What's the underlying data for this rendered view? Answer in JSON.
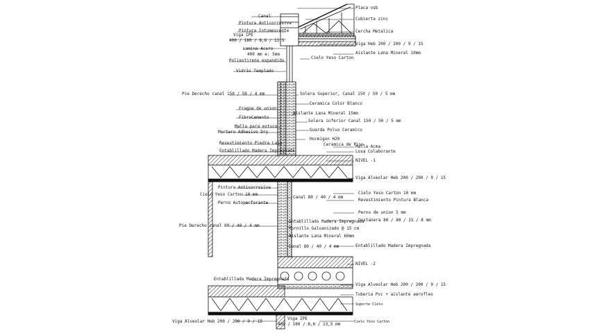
{
  "labels": {
    "canal": "Canal",
    "placa_osb": "Placa osb",
    "pintura_anticorrosiva_top": "Pintura Anticorrosiva",
    "cubierta_zinc": "Cubierta zinc",
    "pintura_intumescente": "Pintura Intumescente",
    "viga_ipe_top_1": "Viga IPE",
    "viga_ipe_top_2": "400 / 180 / 8,6 / 13,5",
    "cercha_metalica": "Cercha Metalica",
    "viga_heb_top": "Viga Heb 200 / 200 / 9 / 15",
    "lamina_acero_1": "Lamina Acero",
    "lamina_acero_2": "400 mm e: 5mm",
    "cielo_yeso_top": "Cielo Yeso Carton",
    "aislante_lana_top": "Aislante Lana Mineral 10mm",
    "poliestireno": "Poliestireno expandido",
    "vidrio_templado": "Vidrio Templado",
    "pie_derecho_canal_top": "Pie Derecho canal 150 / 50 / 4 mm",
    "solera_superior": "Solera Superior, Canal 150 / 50 / 5 mm",
    "ceramica_color": "Ceramica Color Blanco",
    "fragua_de_union": "Fragua de union",
    "aislante_lana_15": "Aislante Lana Mineral 15mm",
    "fibrocemento": "FibroCemento",
    "solera_inferior": "Solera inferior Canal 150 / 50 / 5 mm",
    "malla_estuco": "Malla para estuco",
    "mortero_adhesivo": "Mortero Adhesivo Dry",
    "guarda_polvo": "Guarda Polvo Ceramico",
    "revestimiento_piedra": "Revestimiento Piedra Laja",
    "hormigon_h20": "Hormigon H20",
    "entablillado_top": "Entablillado Madera Impregnada",
    "ceramica_piso": "Ceramica de Piso",
    "malla_acma": "Malla Acma",
    "losa_colaborante": "Losa Colaborante",
    "nivel_1": "NIVEL -1",
    "viga_alveolar_1": "Viga Alveolar Heb 200 / 200 / 9 / 15",
    "pintura_anticorrosiva_mid": "Pintura Anticorrosiva",
    "cielo_yeso_left": "Cielo Yeso Carton 10 mm",
    "cielo_yeso_right": "Cielo Yeso Carton 10 mm",
    "revestimiento_pintura": "Revestimiento Pintura Blanca",
    "perno_autoperforante": "Perno Autoperforante",
    "canal_80_mid": "Canal 80 / 40 / 4 mm",
    "perno_union": "Perno de union 5 mm",
    "costanera": "Costanera 80 / 40 / 15 / 8 mm",
    "entablillado_mid": "Entablillado Madera Impregnada",
    "pie_derecho_canal_80": "Pie Derecho canal 80 / 40 / 4 mm",
    "tornillo_galvanizado": "Tornillo Galvanizado @ 15 cm",
    "aislante_lana_60": "Aislante Lana Mineral 60mm",
    "canal_80_low": "Canal 80 / 40 / 4 mm",
    "entablillado_right": "Entablillado Madera Impregnada",
    "nivel_2": "NIVEL -2",
    "entablillado_low": "Entablillado Madera Impregnada",
    "viga_alveolar_2": "Viga Alveolar Heb 200 / 200 / 9 / 15",
    "tuberia_pvc": "Tuberia Pvc + aislante aeroflex",
    "soporte_cielo": "Soporte Cielo",
    "viga_ipe_bottom_1": "Viga IPE",
    "viga_ipe_bottom_2": "400 / 180 / 8,6 / 13,5 mm",
    "viga_alveolar_bottom": "Viga Alveolar Heb 200 / 200 / 9 / 15",
    "cielo_yeso_bottom": "Cielo Yeso Carton"
  },
  "colors": {
    "line": "#111111",
    "hatch": "#222222",
    "background": "#ffffff"
  }
}
